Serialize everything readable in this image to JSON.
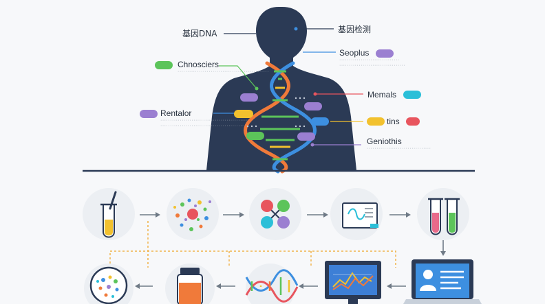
{
  "top_labels": {
    "left_dna": "基因DNA",
    "right_test": "基因检测",
    "chnosciers": "Chnosciers",
    "rentalor": "Rentalor",
    "seoplus": "Seoplus",
    "memals": "Memals",
    "tins": "tins",
    "genioths": "Geniothis"
  },
  "colors": {
    "silhouette": "#2b3a55",
    "divider": "#2b3a55",
    "green": "#5cc45a",
    "purple": "#9b7fd1",
    "cyan": "#2bbfd8",
    "yellow": "#f2c12e",
    "red": "#e8555e",
    "orange": "#f07a3a",
    "blue": "#3d8fe0",
    "arrow": "#6f7a86",
    "dashed": "#f0b24a"
  },
  "icons": {
    "row1": [
      "test-tube-icon",
      "cell-cluster-icon",
      "molecule-icon",
      "document-chart-icon",
      "sample-tubes-icon"
    ],
    "row2": [
      "petri-dish-icon",
      "medicine-jar-icon",
      "dna-strand-icon",
      "monitor-chart-icon",
      "laptop-profile-icon"
    ]
  }
}
